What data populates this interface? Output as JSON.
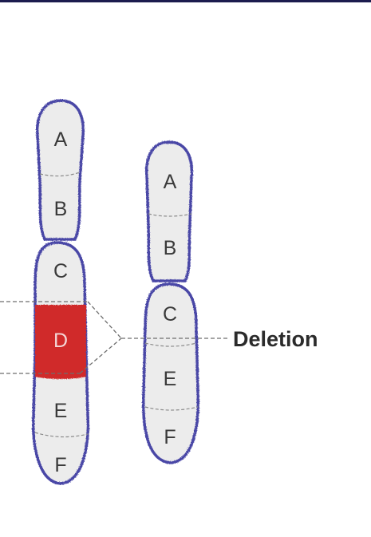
{
  "colors": {
    "top_bar": "#1c1c4e",
    "outline": "#4a46a6",
    "chromatid_fill": "#ececec",
    "deleted_segment": "#d02c2c"
  },
  "normal_chromosome": {
    "segments": [
      "A",
      "B",
      "C",
      "D",
      "E",
      "F"
    ],
    "highlighted_segment": "D"
  },
  "deleted_chromosome": {
    "segments": [
      "A",
      "B",
      "C",
      "E",
      "F"
    ]
  },
  "callout": {
    "label": "Deletion"
  }
}
